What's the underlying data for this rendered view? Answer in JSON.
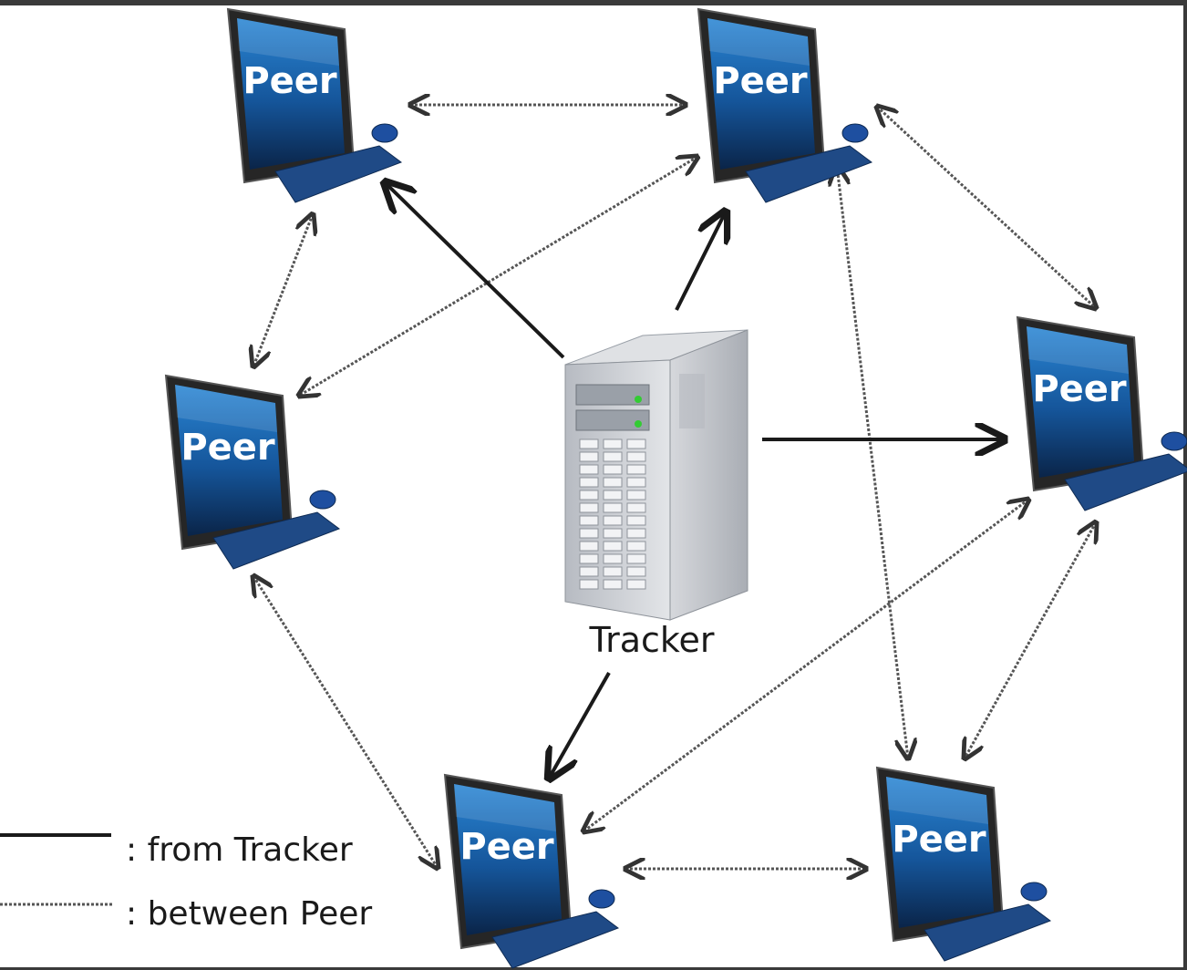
{
  "nodes": {
    "tracker": {
      "label": "Tracker",
      "icon": "server-tower-icon"
    },
    "peers": [
      {
        "id": "peer-top-left",
        "label": "Peer",
        "icon": "desktop-computer-icon"
      },
      {
        "id": "peer-top-center",
        "label": "Peer",
        "icon": "desktop-computer-icon"
      },
      {
        "id": "peer-mid-left",
        "label": "Peer",
        "icon": "desktop-computer-icon"
      },
      {
        "id": "peer-mid-right",
        "label": "Peer",
        "icon": "desktop-computer-icon"
      },
      {
        "id": "peer-bottom-center",
        "label": "Peer",
        "icon": "desktop-computer-icon"
      },
      {
        "id": "peer-bottom-right",
        "label": "Peer",
        "icon": "desktop-computer-icon"
      }
    ]
  },
  "edges": {
    "from_tracker": [
      "peer-top-left",
      "peer-top-center",
      "peer-mid-right",
      "peer-bottom-center"
    ],
    "between_peer": [
      [
        "peer-top-left",
        "peer-top-center"
      ],
      [
        "peer-top-left",
        "peer-mid-left"
      ],
      [
        "peer-top-center",
        "peer-mid-left"
      ],
      [
        "peer-top-center",
        "peer-mid-right"
      ],
      [
        "peer-top-center",
        "peer-bottom-right"
      ],
      [
        "peer-mid-left",
        "peer-bottom-center"
      ],
      [
        "peer-mid-right",
        "peer-bottom-center"
      ],
      [
        "peer-mid-right",
        "peer-bottom-right"
      ],
      [
        "peer-bottom-center",
        "peer-bottom-right"
      ]
    ]
  },
  "legend": {
    "solid_label": ": from Tracker",
    "dotted_label": ": between Peer"
  },
  "colors": {
    "screen_top": "#1d6fb8",
    "screen_bottom": "#0b2d5a",
    "bezel": "#262626",
    "keyboard": "#1f4a86",
    "mouse": "#1e4fa0",
    "server_body": "#c9ccd1",
    "server_led": "#33cc33"
  }
}
